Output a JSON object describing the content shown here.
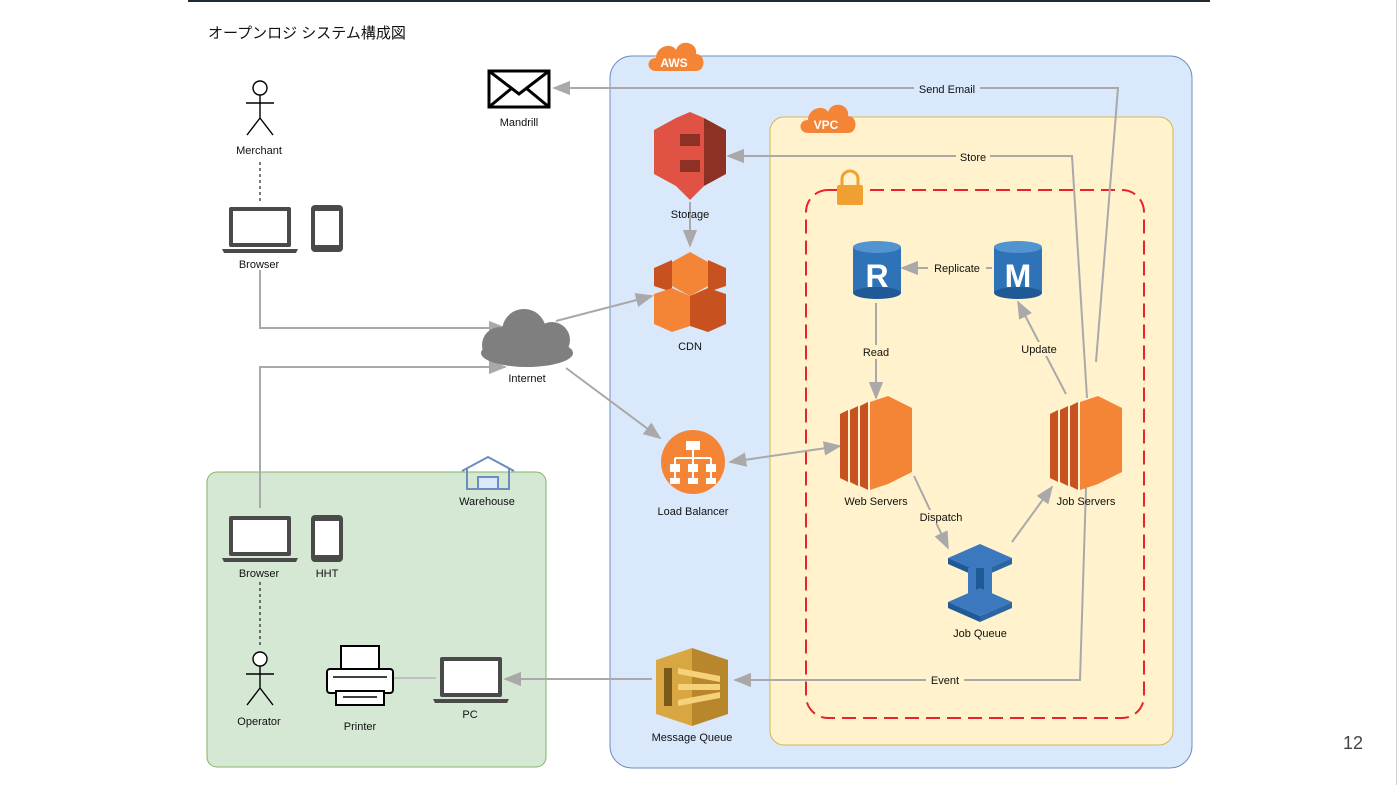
{
  "slide": {
    "title": "オープンロジ システム構成図",
    "page_number": "12"
  },
  "groups": {
    "aws": "AWS",
    "vpc": "VPC",
    "warehouse": "Warehouse"
  },
  "nodes": {
    "mandrill": "Mandrill",
    "merchant": "Merchant",
    "browser_top": "Browser",
    "internet": "Internet",
    "storage": "Storage",
    "cdn": "CDN",
    "load_balancer": "Load Balancer",
    "message_queue": "Message Queue",
    "db_replica_letter": "R",
    "db_master_letter": "M",
    "web_servers": "Web Servers",
    "job_servers": "Job Servers",
    "job_queue": "Job Queue",
    "browser_bottom": "Browser",
    "hht": "HHT",
    "operator": "Operator",
    "printer": "Printer",
    "pc": "PC"
  },
  "edges": {
    "send_email": "Send Email",
    "store": "Store",
    "replicate": "Replicate",
    "read": "Read",
    "update": "Update",
    "dispatch": "Dispatch",
    "event": "Event"
  },
  "colors": {
    "aws_bg": "#dae8fc",
    "aws_border": "#6c8ebf",
    "vpc_bg": "#fff2cc",
    "vpc_border": "#d6b656",
    "warehouse_bg": "#d5e8d4",
    "warehouse_border": "#82b366",
    "secure_dash": "#e8232a",
    "connector": "#a9a9a9",
    "aws_orange": "#f58536",
    "storage_red": "#e05243",
    "db_blue": "#2e73b8",
    "queue_blue": "#3b78be",
    "sqs_gold": "#d9a741",
    "cloud_gray": "#7f7f7f"
  }
}
